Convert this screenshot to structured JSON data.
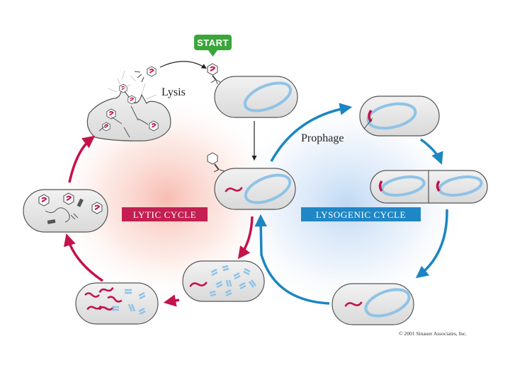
{
  "labels": {
    "start": "START",
    "lysis": "Lysis",
    "prophage": "Prophage",
    "lytic_cycle": "LYTIC CYCLE",
    "lysogenic_cycle": "LYSOGENIC CYCLE",
    "copyright": "© 2001 Sinauer Associates, Inc."
  },
  "colors": {
    "lytic_arrow": "#c4134a",
    "lysogenic_arrow": "#1b86c2",
    "lytic_label_bg": "#c31f52",
    "lysogenic_label_bg": "#1f87c6",
    "start_bg": "#3aa63a",
    "dna_chromosome": "#8fc3e6",
    "phage_dna": "#c2134b",
    "cell_fill": "#e6e6e6",
    "cell_stroke": "#555555"
  }
}
